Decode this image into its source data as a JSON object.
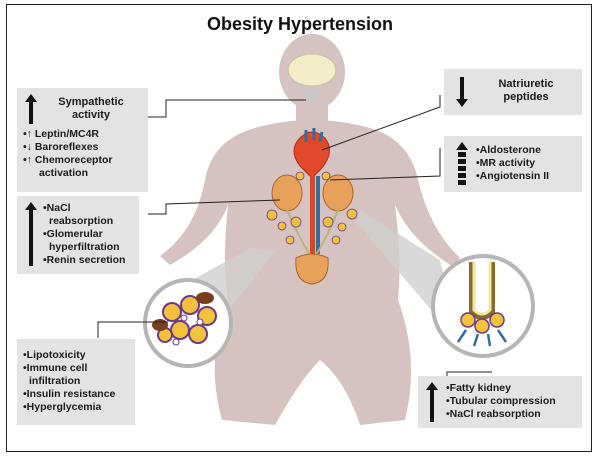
{
  "title": "Obesity Hypertension",
  "boxes": {
    "sympathetic": {
      "direction": "up",
      "heading": [
        "Sympathetic",
        "activity"
      ],
      "items": [
        "•↑ Leptin/MC4R",
        "•↓ Baroreflexes",
        "•↑ Chemoreceptor",
        "activation"
      ]
    },
    "natriuretic": {
      "direction": "down",
      "heading": [
        "Natriuretic",
        "peptides"
      ]
    },
    "aldosterone": {
      "direction": "up-dashed",
      "items": [
        "•Aldosterone",
        "•MR activity",
        "•Angiotensin II"
      ]
    },
    "kidney": {
      "direction": "up",
      "items": [
        "•NaCl",
        "reabsorption",
        "•Glomerular",
        "hyperfiltration",
        "•Renin secretion"
      ]
    },
    "adipose": {
      "items": [
        "•Lipotoxicity",
        "•Immune cell",
        "infiltration",
        "•Insulin resistance",
        "•Hyperglycemia"
      ]
    },
    "fatty_kidney": {
      "direction": "up",
      "items": [
        "•Fatty kidney",
        "•Tubular compression",
        "•NaCl reabsorption"
      ]
    }
  },
  "colors": {
    "body": "#d7c2c2",
    "box": "#e3e3e3",
    "kidney": "#e8a15a",
    "fat": "#f2c23c",
    "cell_purple": "#6b3a8c",
    "capillary_blue": "#2f6f9f"
  }
}
